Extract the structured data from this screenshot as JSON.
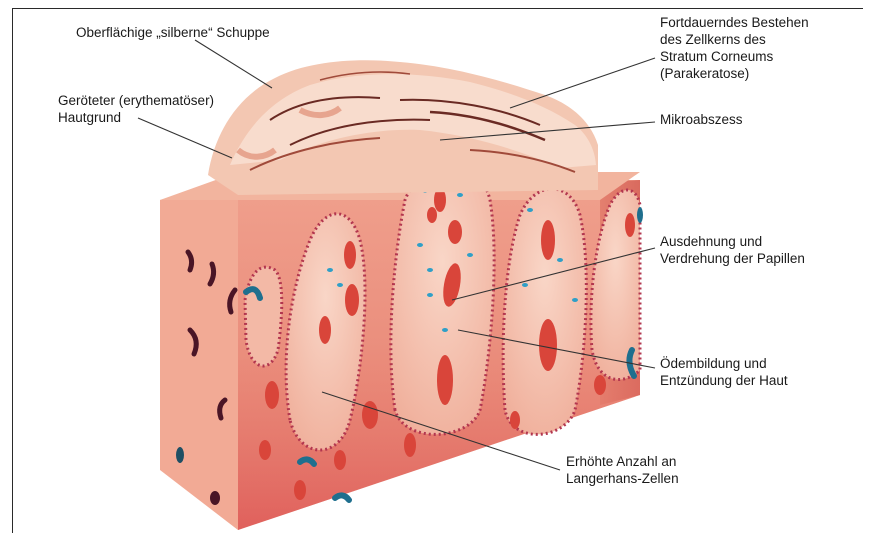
{
  "labels": {
    "scale": "Oberflächige „silberne“ Schuppe",
    "erythema": "Geröteter (erythematöser)\nHautgrund",
    "parakeratosis": "Fortdauerndes Bestehen\ndes Zellkerns des\nStratum Corneums\n(Parakeratose)",
    "microabscess": "Mikroabszess",
    "papillae": "Ausdehnung und\nVerdrehung der Papillen",
    "edema": "Ödembildung und\nEntzündung der Haut",
    "langerhans": "Erhöhte Anzahl an\nLangerhans-Zellen"
  },
  "colors": {
    "skin_front": "#e98a79",
    "skin_top": "#f2b49e",
    "skin_dark": "#d75f55",
    "papilla_fill": "#f6c7b4",
    "papilla_dots": "#b2364f",
    "vessel": "#d9453a",
    "abscess": "#2f9fc7",
    "scale_light": "#f6d6c4",
    "scale_dark": "#6a2a23",
    "nucleus": "#4a1526",
    "leader": "#333333"
  }
}
